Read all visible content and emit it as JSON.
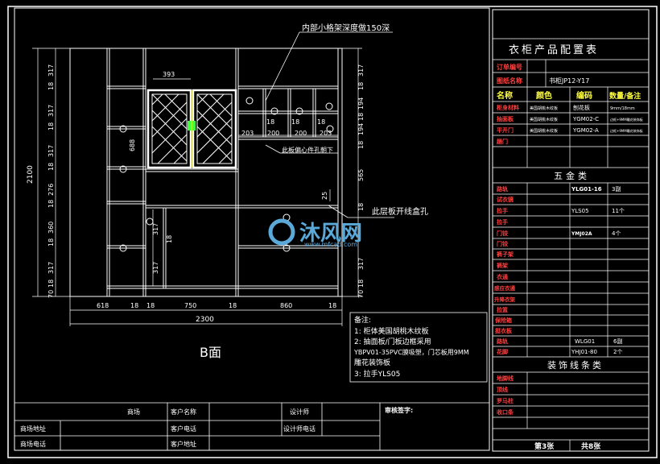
{
  "drawing": {
    "view_label": "B面",
    "note_depth": "内部小格架深度做150深",
    "note_hinge": "此板偏心件孔朝下",
    "note_cable": "此层板开线盒孔",
    "overall_height": "2100",
    "overall_width": "2300",
    "left_dims": [
      "317",
      "18",
      "317",
      "18",
      "317",
      "18",
      "276",
      "18",
      "360",
      "18",
      "317",
      "18",
      "70"
    ],
    "right_dims": [
      "317",
      "18",
      "194",
      "18",
      "194",
      "18",
      "565",
      "18",
      "317",
      "18",
      "70"
    ],
    "bottom_dims": [
      "618",
      "18",
      "18",
      "750",
      "18",
      "860",
      "18"
    ],
    "inner_dims": {
      "d393": "393",
      "d688": "688",
      "d203a": "203",
      "d200a": "200",
      "d200b": "200",
      "d203b": "203",
      "d18a": "18",
      "d18b": "18",
      "d18c": "18",
      "d25": "25",
      "d317a": "317",
      "d317b": "317",
      "d18d": "18"
    }
  },
  "notes": {
    "heading": "备注:",
    "lines": [
      "1: 柜体美国胡桃木纹板",
      "2: 抽面板/门板边框采用",
      "YBPV01-35PVC膜吸塑，门芯板用9MM",
      "雕花装饰板",
      "3: 拉手YLS05"
    ]
  },
  "watermark": {
    "name": "沐风网",
    "url": "www.mfcad.com"
  },
  "title_block": {
    "title": "衣柜产品配置表",
    "order_label": "订单编号",
    "drawing_name_label": "图纸名称",
    "drawing_name_value": "书柜JP12-Y17",
    "headers": [
      "名称",
      "颜色",
      "编码",
      "数量/备注"
    ],
    "rows": [
      {
        "name": "柜身材料",
        "color": "美国胡桃木纹板",
        "code": "刨花板",
        "qty": "9mm/18mm"
      },
      {
        "name": "抽面板",
        "color": "美国胡桃木纹板",
        "code": "YGM02-C",
        "qty": "边框+9MM雕花装饰板"
      },
      {
        "name": "平开门",
        "color": "美国胡桃木纹板",
        "code": "YGM02-A",
        "qty": "边框+9MM雕花装饰板"
      },
      {
        "name": "趟门",
        "color": "",
        "code": "",
        "qty": ""
      }
    ],
    "hardware_title": "五金类",
    "hardware": [
      {
        "name": "路轨",
        "code": "YLG01-16",
        "qty": "3副"
      },
      {
        "name": "试衣镜",
        "code": "",
        "qty": ""
      },
      {
        "name": "拉手",
        "code": "YLS05",
        "qty": "11个"
      },
      {
        "name": "拉手",
        "code": "",
        "qty": ""
      },
      {
        "name": "门铰",
        "code": "YMJ02A",
        "qty": "4个"
      },
      {
        "name": "门铰",
        "code": "",
        "qty": ""
      },
      {
        "name": "裤子架",
        "code": "",
        "qty": ""
      },
      {
        "name": "裤架",
        "code": "",
        "qty": ""
      },
      {
        "name": "衣通",
        "code": "",
        "qty": ""
      },
      {
        "name": "感应衣通",
        "code": "",
        "qty": ""
      },
      {
        "name": "升降衣架",
        "code": "",
        "qty": ""
      },
      {
        "name": "拉篮",
        "code": "",
        "qty": ""
      },
      {
        "name": "保险箱",
        "code": "",
        "qty": ""
      },
      {
        "name": "挺衣板",
        "code": "",
        "qty": ""
      },
      {
        "name": "路轨",
        "code": "WLG01",
        "qty": "6副"
      },
      {
        "name": "花脚",
        "code": "YHJ01-80",
        "qty": "2个"
      }
    ],
    "trim_title": "装饰线条类",
    "trim": [
      "地脚线",
      "顶线",
      "罗马柱",
      "收口条"
    ],
    "page_label": "第3张",
    "total_label": "共8张"
  },
  "bottom_block": {
    "store_label": "商场",
    "store_address_label": "商场地址",
    "store_phone_label": "商场电话",
    "client_name_label": "客户名称",
    "client_phone_label": "客户电话",
    "client_address_label": "客户地址",
    "designer_label": "设计师",
    "designer_phone_label": "设计师电话",
    "review_label": "审核签字:"
  }
}
